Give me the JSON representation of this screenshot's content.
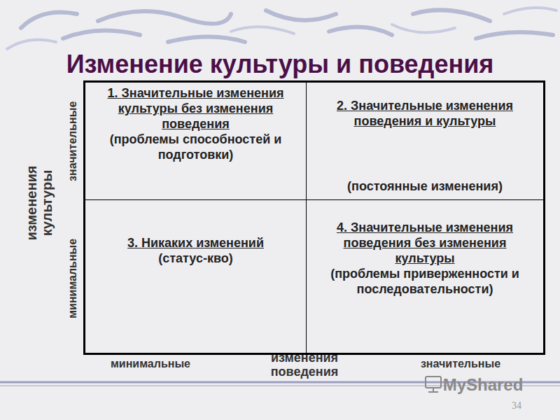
{
  "diagram": {
    "title": "Изменение культуры и поведения",
    "nodes": [
      {
        "text": [
          "1. Значительные изменения культуры без изменения поведения",
          "(проблемы способностей и подготовки)"
        ]
      },
      {
        "text": [
          "2. Значительные изменения поведения и культуры",
          "(постоянные изменения)"
        ]
      },
      {
        "text": [
          "3. Никаких изменений",
          "(статус-кво)"
        ]
      },
      {
        "text": [
          "4. Значительные изменения поведения без изменения культуры",
          "(проблемы приверженности и последовательности)"
        ]
      }
    ],
    "labels": [
      "значительные",
      "изменения культуры",
      "минимальные",
      "минимальные",
      "изменения поведения",
      "значительные",
      "MyShared",
      "34"
    ]
  }
}
